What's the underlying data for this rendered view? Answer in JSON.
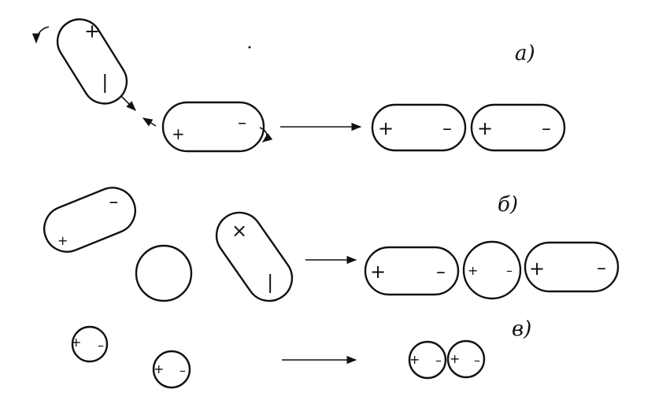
{
  "labels": {
    "a": "a)",
    "b": "б)",
    "c": "в)"
  },
  "signs": {
    "plus": "+",
    "minus": "–",
    "bar": "|",
    "cross": "×"
  }
}
